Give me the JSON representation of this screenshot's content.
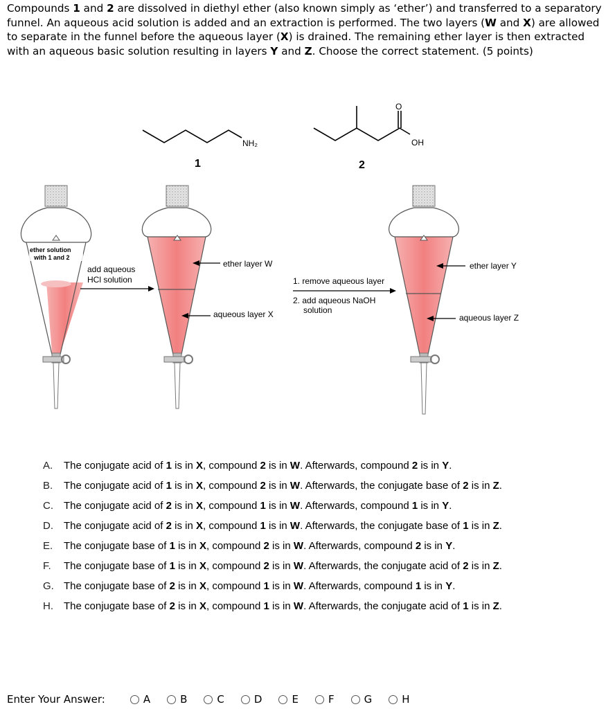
{
  "question": {
    "s1": "Compounds ",
    "c1": "1",
    "s2": " and ",
    "c2": "2",
    "s3": " are dissolved in diethyl ether (also known simply as ‘ether’) and transferred to a separatory funnel.  An aqueous acid solution is added and an extraction is performed.  The two layers (",
    "W": "W",
    "s4": " and ",
    "X": "X",
    "s5": ") are allowed to separate in the funnel before the aqueous layer (",
    "X2": "X",
    "s6": ") is drained.  The remaining ether layer is then extracted with an aqueous basic solution resulting in layers ",
    "Y": "Y",
    "s7": " and ",
    "Z": "Z",
    "s8": ".  Choose the correct statement.  (5 points)"
  },
  "figure": {
    "compound1_group": "NH₂",
    "compound1_number": "1",
    "compound2_group": "OH",
    "compound2_oxygen": "O",
    "compound2_number": "2",
    "funnel1_label_line1": "ether solution",
    "funnel1_label_line2": "with 1 and 2",
    "step1_line1": "add aqueous",
    "step1_line2": "HCl solution",
    "ether_layer_W": "ether layer W",
    "aqueous_layer_X": "aqueous layer X",
    "step2_line1": "1. remove aqueous layer",
    "step2_line2": "2. add aqueous NaOH",
    "step2_line3": "solution",
    "ether_layer_Y": "ether layer Y",
    "aqueous_layer_Z": "aqueous layer Z",
    "liquid_color": "#f28a8a"
  },
  "options": [
    {
      "letter": "A.",
      "text": "The conjugate acid of 1 is in X, compound 2 is in W.  Afterwards, compound 2 is in Y."
    },
    {
      "letter": "B.",
      "text": "The conjugate acid of 1 is in X, compound 2 is in W.  Afterwards, the conjugate base of 2 is in Z."
    },
    {
      "letter": "C.",
      "text": "The conjugate acid of 2 is in X, compound 1 is in W.  Afterwards, compound 1 is in Y."
    },
    {
      "letter": "D.",
      "text": "The conjugate acid of 2 is in X, compound 1 is in W.  Afterwards, the conjugate base of 1 is in Z."
    },
    {
      "letter": "E.",
      "text": "The conjugate base of 1 is in X, compound 2 is in W.  Afterwards, compound 2 is in Y."
    },
    {
      "letter": "F.",
      "text": "The conjugate base of 1 is in X, compound 2 is in W.  Afterwards, the conjugate acid of 2 is in Z."
    },
    {
      "letter": "G.",
      "text": "The conjugate base of 2 is in X, compound 1 is in W.  Afterwards, compound 1 is in Y."
    },
    {
      "letter": "H.",
      "text": "The conjugate base of 2 is in X, compound 1 is in W.  Afterwards, the conjugate acid of 1 is in Z."
    }
  ],
  "answer": {
    "label": "Enter Your Answer:",
    "choices": [
      "A",
      "B",
      "C",
      "D",
      "E",
      "F",
      "G",
      "H"
    ]
  }
}
